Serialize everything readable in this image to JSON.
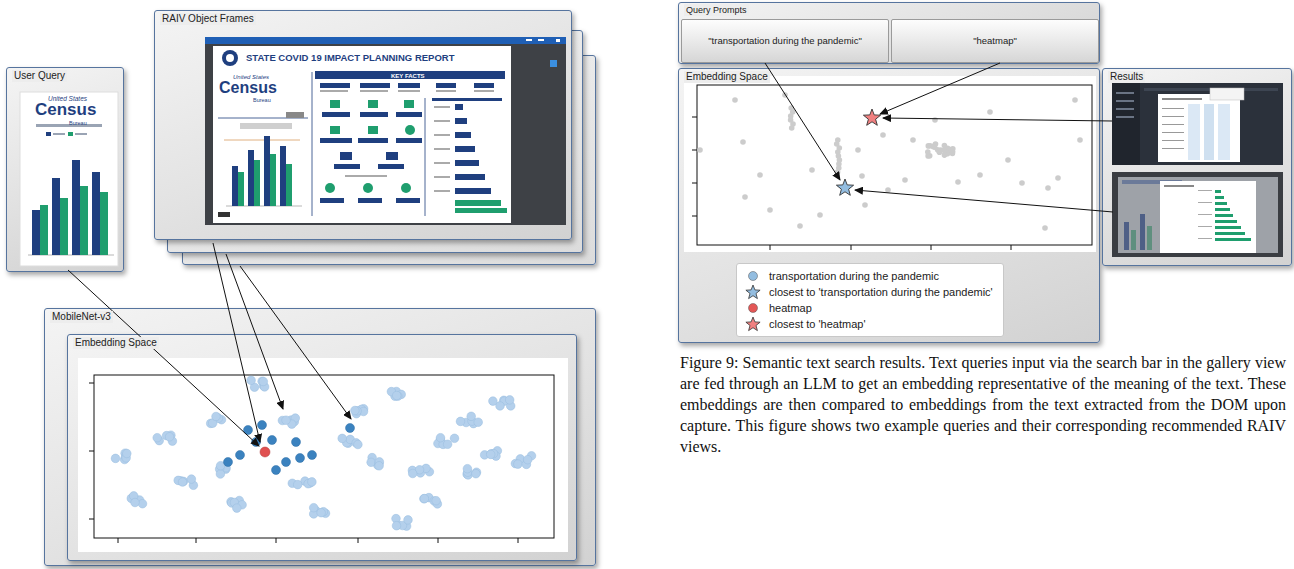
{
  "diagram": {
    "caption": "Figure 9: Semantic text search results. Text queries input via the search bar in the gallery view are fed through an LLM to get an embedding representative of the meaning of the text. These embeddings are then compared to embeddings from the text extracted from the DOM upon capture. This figure shows two example queries and their corresponding recommended RAIV views.",
    "nodes": [
      {
        "text": [
          "User Query"
        ]
      },
      {
        "text": [
          "RAIV Object Frames"
        ]
      },
      {
        "text": [
          "MobileNet-v3"
        ]
      },
      {
        "text": [
          "Embedding Space"
        ],
        "in": 2
      },
      {
        "text": [
          "Query Prompts"
        ]
      },
      {
        "text": [
          "\"transportation during the pandemic\""
        ],
        "in": 4
      },
      {
        "text": [
          "\"heatmap\""
        ],
        "in": 4
      },
      {
        "text": [
          "Embedding Space"
        ]
      },
      {
        "text": [
          "Results"
        ]
      }
    ],
    "labels": [
      "United States",
      "Census",
      "Bureau",
      "United States",
      "Census",
      "Bureau",
      "STATE COVID 19 IMPACT PLANNING REPORT",
      "KEY FACTS"
    ],
    "legend": [
      {
        "text": "transportation during the pandemic",
        "color": "#93bde0"
      },
      {
        "text": "closest to 'transportation during the pandemic'",
        "color": "#93bde0"
      },
      {
        "text": "heatmap",
        "color": "#e45756"
      },
      {
        "text": "closest to 'heatmap'",
        "color": "#f08080"
      }
    ]
  }
}
